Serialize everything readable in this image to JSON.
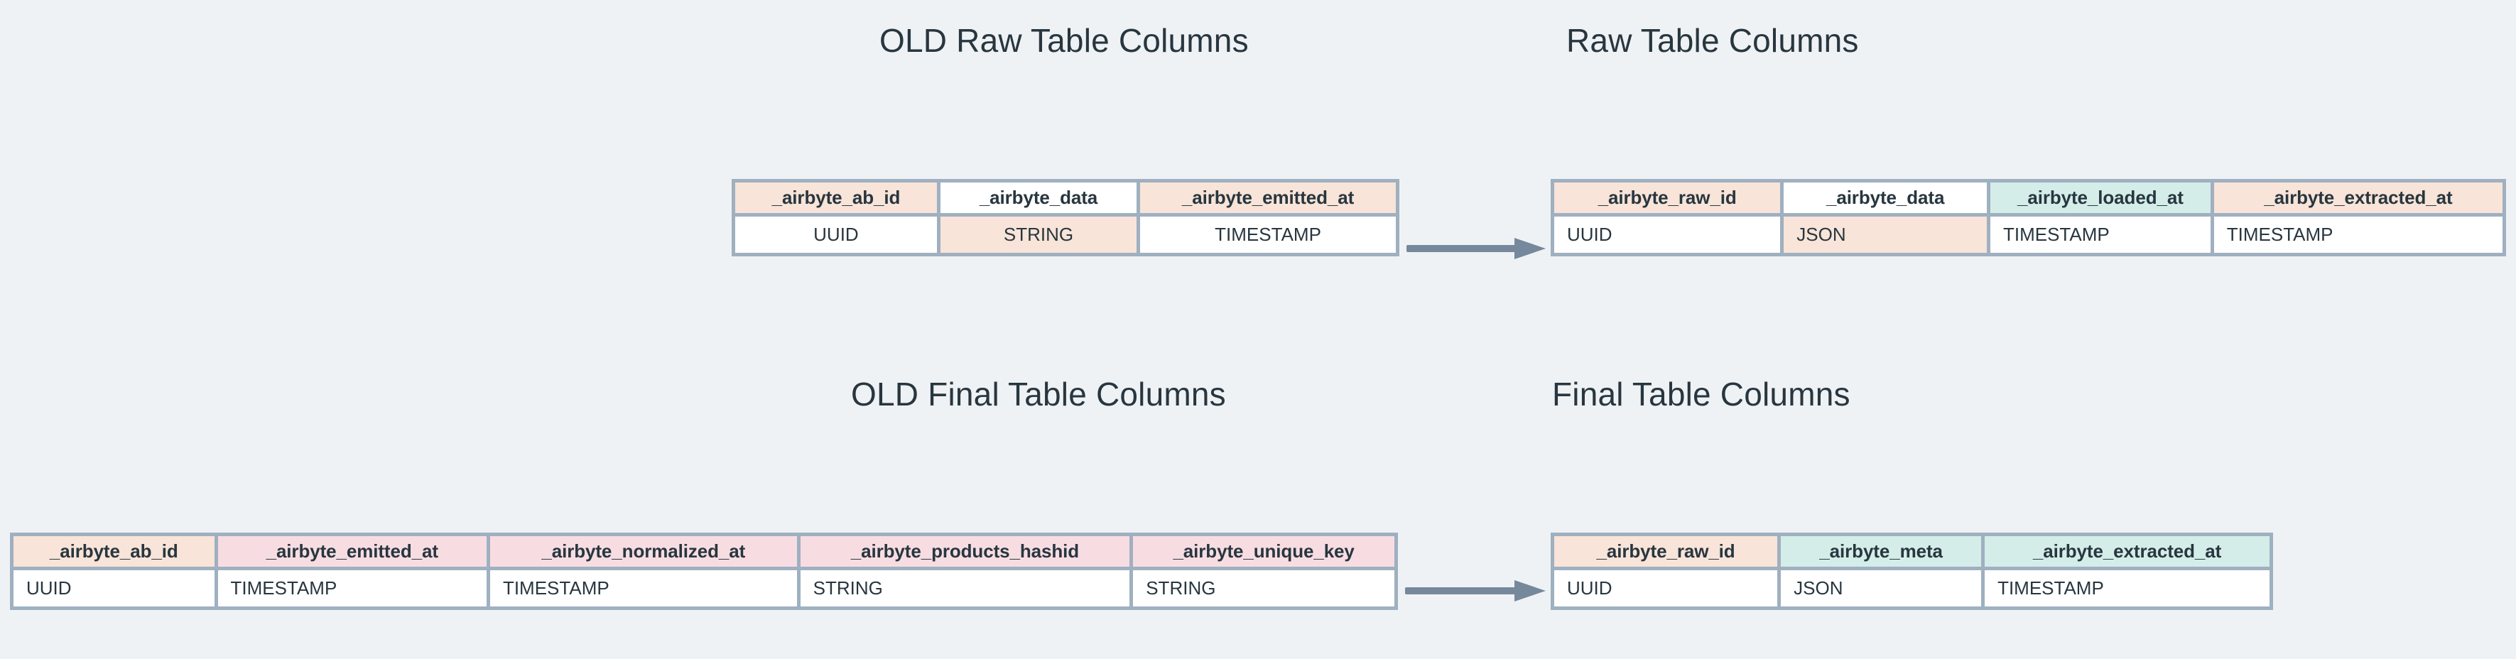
{
  "palette": {
    "background": "#eff2f5",
    "border": "#9fb0c0",
    "text": "#28363f",
    "peach": "#f8e4d8",
    "mint": "#d4ede9",
    "pink": "#f7dde2",
    "white": "#ffffff",
    "arrow": "#76889b"
  },
  "titles": {
    "old_raw": "OLD Raw Table Columns",
    "new_raw": "Raw Table Columns",
    "old_final": "OLD Final Table Columns",
    "new_final": "Final Table Columns"
  },
  "tables": {
    "old_raw": {
      "columns": [
        {
          "name": "_airbyte_ab_id",
          "type": "UUID",
          "header_fill": "peach",
          "type_fill": "white"
        },
        {
          "name": "_airbyte_data",
          "type": "STRING",
          "header_fill": "white",
          "type_fill": "peach"
        },
        {
          "name": "_airbyte_emitted_at",
          "type": "TIMESTAMP",
          "header_fill": "peach",
          "type_fill": "white"
        }
      ]
    },
    "new_raw": {
      "columns": [
        {
          "name": "_airbyte_raw_id",
          "type": "UUID",
          "header_fill": "peach",
          "type_fill": "white"
        },
        {
          "name": "_airbyte_data",
          "type": "JSON",
          "header_fill": "white",
          "type_fill": "peach"
        },
        {
          "name": "_airbyte_loaded_at",
          "type": "TIMESTAMP",
          "header_fill": "mint",
          "type_fill": "white"
        },
        {
          "name": "_airbyte_extracted_at",
          "type": "TIMESTAMP",
          "header_fill": "peach",
          "type_fill": "white"
        }
      ]
    },
    "old_final": {
      "columns": [
        {
          "name": "_airbyte_ab_id",
          "type": "UUID",
          "header_fill": "peach",
          "type_fill": "white"
        },
        {
          "name": "_airbyte_emitted_at",
          "type": "TIMESTAMP",
          "header_fill": "pink",
          "type_fill": "white"
        },
        {
          "name": "_airbyte_normalized_at",
          "type": "TIMESTAMP",
          "header_fill": "pink",
          "type_fill": "white"
        },
        {
          "name": "_airbyte_products_hashid",
          "type": "STRING",
          "header_fill": "pink",
          "type_fill": "white"
        },
        {
          "name": "_airbyte_unique_key",
          "type": "STRING",
          "header_fill": "pink",
          "type_fill": "white"
        }
      ]
    },
    "new_final": {
      "columns": [
        {
          "name": "_airbyte_raw_id",
          "type": "UUID",
          "header_fill": "peach",
          "type_fill": "white"
        },
        {
          "name": "_airbyte_meta",
          "type": "JSON",
          "header_fill": "mint",
          "type_fill": "white"
        },
        {
          "name": "_airbyte_extracted_at",
          "type": "TIMESTAMP",
          "header_fill": "mint",
          "type_fill": "white"
        }
      ]
    }
  },
  "arrows": [
    {
      "id": "arrow-raw",
      "direction": "right",
      "from": "old_raw",
      "to": "new_raw"
    },
    {
      "id": "arrow-final",
      "direction": "right",
      "from": "old_final",
      "to": "new_final"
    }
  ]
}
